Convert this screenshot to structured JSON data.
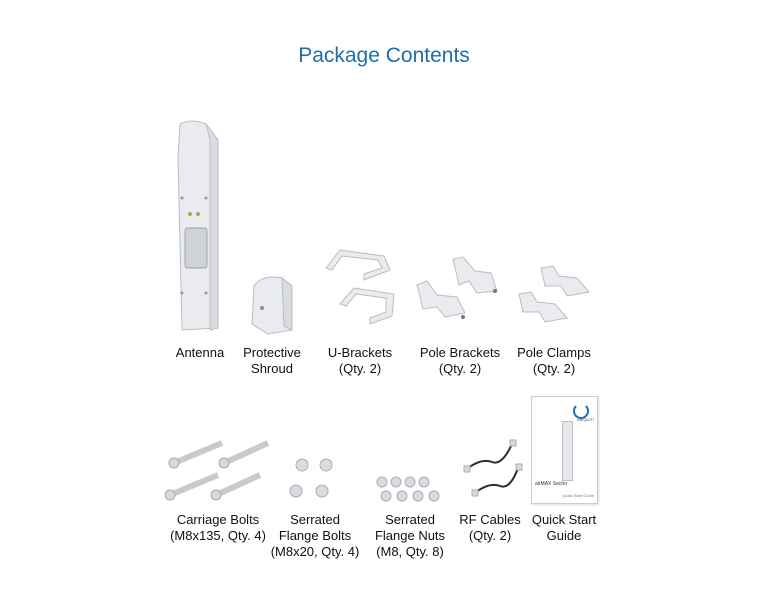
{
  "title": "Package Contents",
  "items": [
    {
      "line1": "Antenna",
      "line2": ""
    },
    {
      "line1": "Protective",
      "line2": "Shroud"
    },
    {
      "line1": "U-Brackets",
      "line2": "(Qty. 2)"
    },
    {
      "line1": "Pole Brackets",
      "line2": "(Qty. 2)"
    },
    {
      "line1": "Pole Clamps",
      "line2": "(Qty. 2)"
    },
    {
      "line1": "Carriage Bolts",
      "line2": "(M8x135, Qty. 4)"
    },
    {
      "line1": "Serrated",
      "line2": "Flange Bolts",
      "line3": "(M8x20, Qty. 4)"
    },
    {
      "line1": "Serrated",
      "line2": "Flange Nuts",
      "line3": "(M8, Qty. 8)"
    },
    {
      "line1": "RF Cables",
      "line2": "(Qty. 2)"
    },
    {
      "line1": "Quick Start",
      "line2": "Guide"
    }
  ],
  "guide_cover": {
    "brand": "UBIQUITI",
    "product": "airMAX Sector",
    "subtitle": "Quick Start Guide"
  },
  "icons": [
    "antenna-image",
    "shroud-image",
    "u-bracket-image",
    "pole-bracket-image",
    "pole-clamp-image",
    "carriage-bolt-image",
    "flange-bolt-image",
    "flange-nut-image",
    "rf-cable-image",
    "quick-start-guide-image"
  ]
}
